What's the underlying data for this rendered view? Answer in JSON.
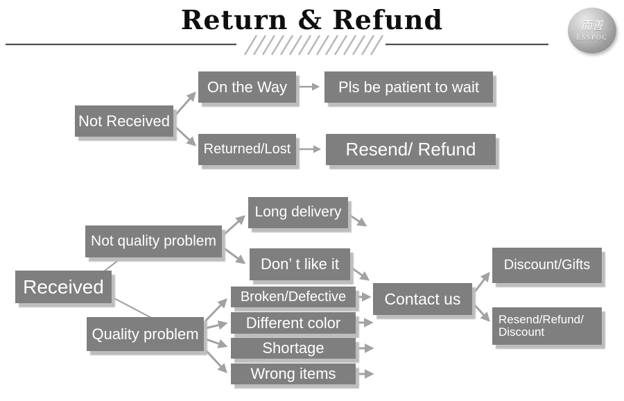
{
  "header": {
    "title": "Return & Refund",
    "logo": {
      "cjk_text": "而善",
      "brand_text": "ESSPOC"
    }
  },
  "nodes": {
    "not_received": {
      "label": "Not Received"
    },
    "on_the_way": {
      "label": "On the Way"
    },
    "pls_wait": {
      "label": "Pls be patient to wait"
    },
    "returned_lost": {
      "label": "Returned/Lost"
    },
    "resend_refund": {
      "label": "Resend/ Refund"
    },
    "received": {
      "label": "Received"
    },
    "not_quality_problem": {
      "label": "Not quality problem"
    },
    "long_delivery": {
      "label": "Long delivery"
    },
    "dont_like_it": {
      "label": "Don’ t like it"
    },
    "quality_problem": {
      "label": "Quality problem"
    },
    "broken_defective": {
      "label": "Broken/Defective"
    },
    "different_color": {
      "label": "Different color"
    },
    "shortage": {
      "label": "Shortage"
    },
    "wrong_items": {
      "label": "Wrong items"
    },
    "contact_us": {
      "label": "Contact us"
    },
    "discount_gifts": {
      "label": "Discount/Gifts"
    },
    "resend_refund_discount": {
      "line1": "Resend/Refund/",
      "line2": "Discount"
    }
  },
  "colors": {
    "box": "#7f7f7f",
    "box_text": "#ffffff",
    "shadow": "#bdbdbd",
    "arrow": "#a2a2a2",
    "connector": "#9c9c9c",
    "divider": "#4e4e4e",
    "hatch": "#b6b6b6",
    "title": "#0e0e0e",
    "background": "#ffffff"
  }
}
